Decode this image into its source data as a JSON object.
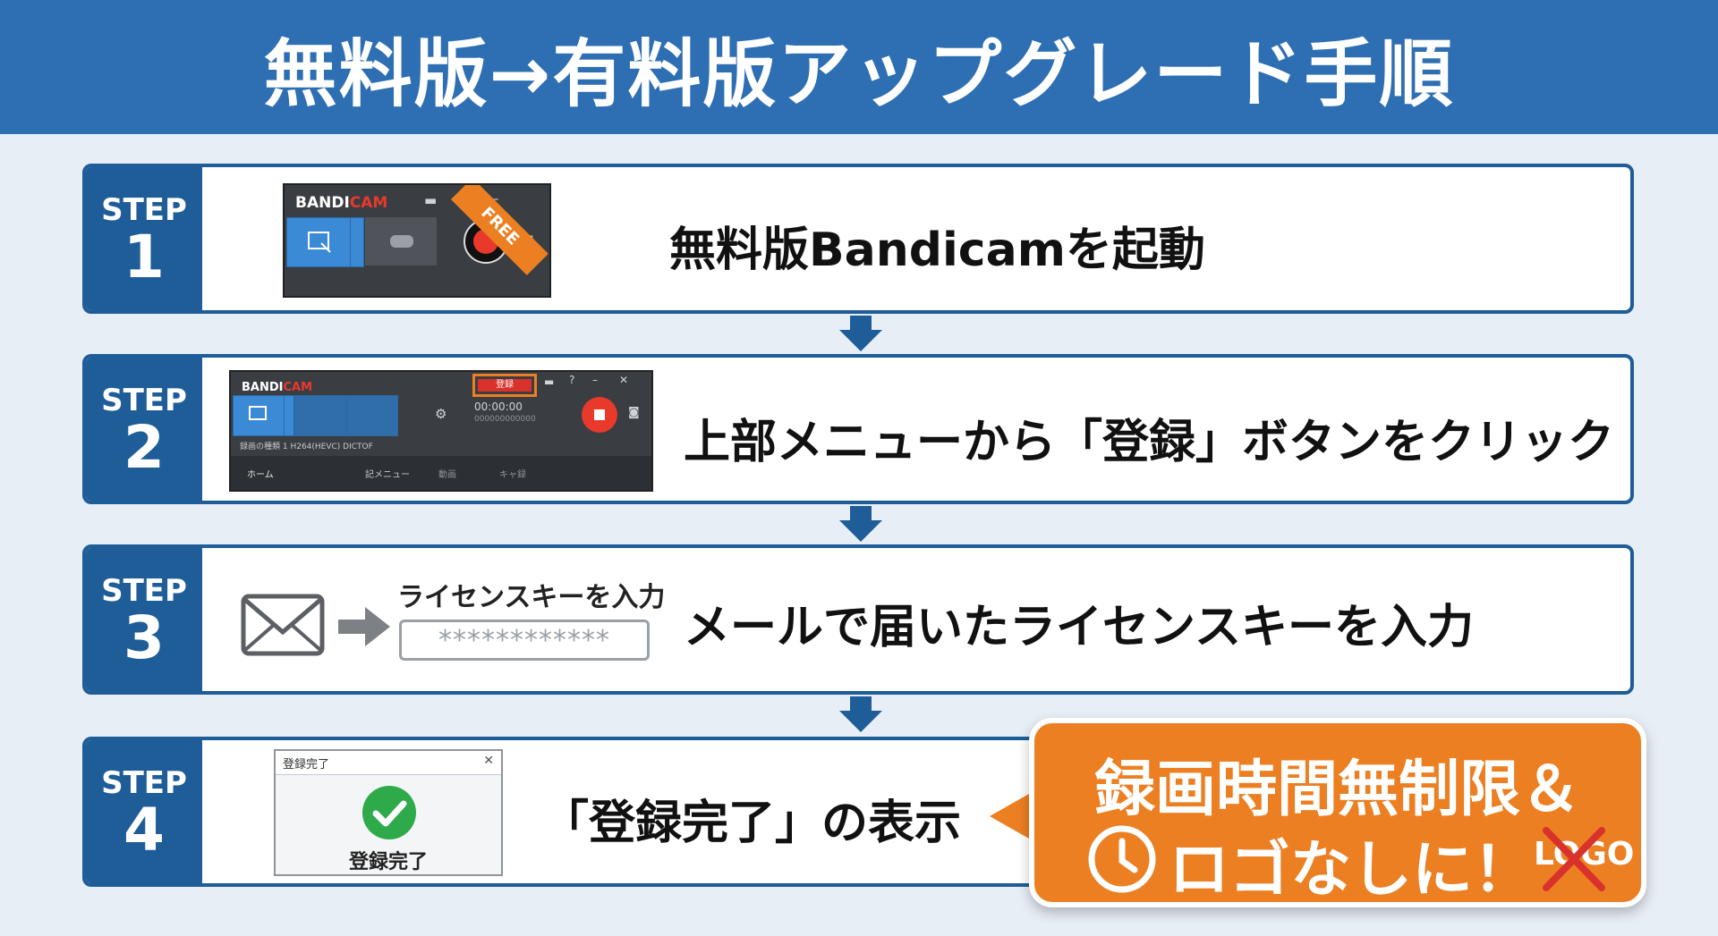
{
  "header": {
    "title": "無料版→有料版アップグレード手順"
  },
  "steps": [
    {
      "word": "STEP",
      "num": "1",
      "text": "無料版Bandicamを起動"
    },
    {
      "word": "STEP",
      "num": "2",
      "text": "上部メニューから「登録」ボタンをクリック"
    },
    {
      "word": "STEP",
      "num": "3",
      "text": "メールで届いたライセンスキーを入力"
    },
    {
      "word": "STEP",
      "num": "4",
      "text": "「登録完了」の表示"
    }
  ],
  "bandicam1": {
    "logo_a": "BANDI",
    "logo_b": "CAM",
    "badge": "FREE",
    "help": "?",
    "min": "–"
  },
  "bandicam2": {
    "logo_a": "BANDI",
    "logo_b": "CAM",
    "register": "登録",
    "help": "?",
    "min": "–",
    "close": "✕",
    "timer": "00:00:00",
    "size": "000000000000",
    "info": "録画の種類 1 H264(HEVC) DICTOF",
    "nav": [
      "ホーム",
      "記メニュー",
      "動画",
      "キャ録"
    ]
  },
  "license": {
    "label": "ライセンスキーを入力",
    "value": "************"
  },
  "dialog": {
    "title": "登録完了",
    "close": "✕",
    "message": "登録完了"
  },
  "callout": {
    "line1": "録画時間無制限＆",
    "line2": "ロゴなしに！",
    "logo_mark": "LOGO"
  },
  "colors": {
    "header": "#2e6fb3",
    "step": "#1f5d99",
    "accent": "#ec7f22",
    "record": "#e8392b",
    "check": "#2eaa4a"
  }
}
